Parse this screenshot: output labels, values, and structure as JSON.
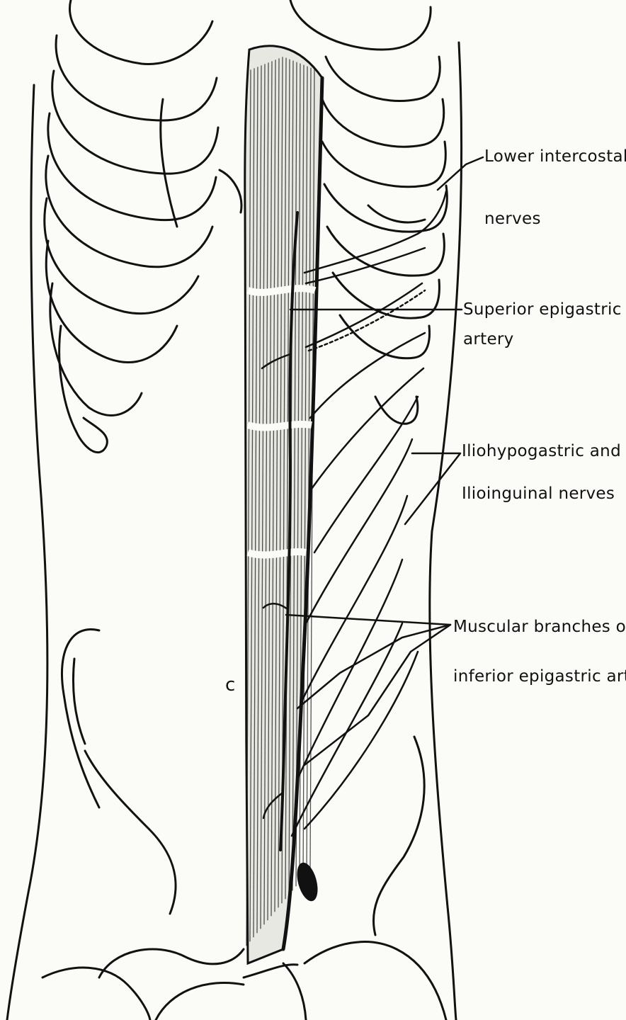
{
  "labels": {
    "lower_intercostal_line1": "Lower intercostal",
    "lower_intercostal_line2": "nerves",
    "superior_epigastric_line1": "Superior epigastric",
    "superior_epigastric_line2": "artery",
    "iliohypogastric_line1": "Iliohypogastric and",
    "iliohypogastric_line2": "Ilioinguinal nerves",
    "muscular_branches_line1": "Muscular branches of",
    "muscular_branches_line2": "inferior epigastric arte",
    "muscle_marker": "c"
  },
  "colors": {
    "ink": "#111111",
    "paper": "#fbfbf8"
  }
}
